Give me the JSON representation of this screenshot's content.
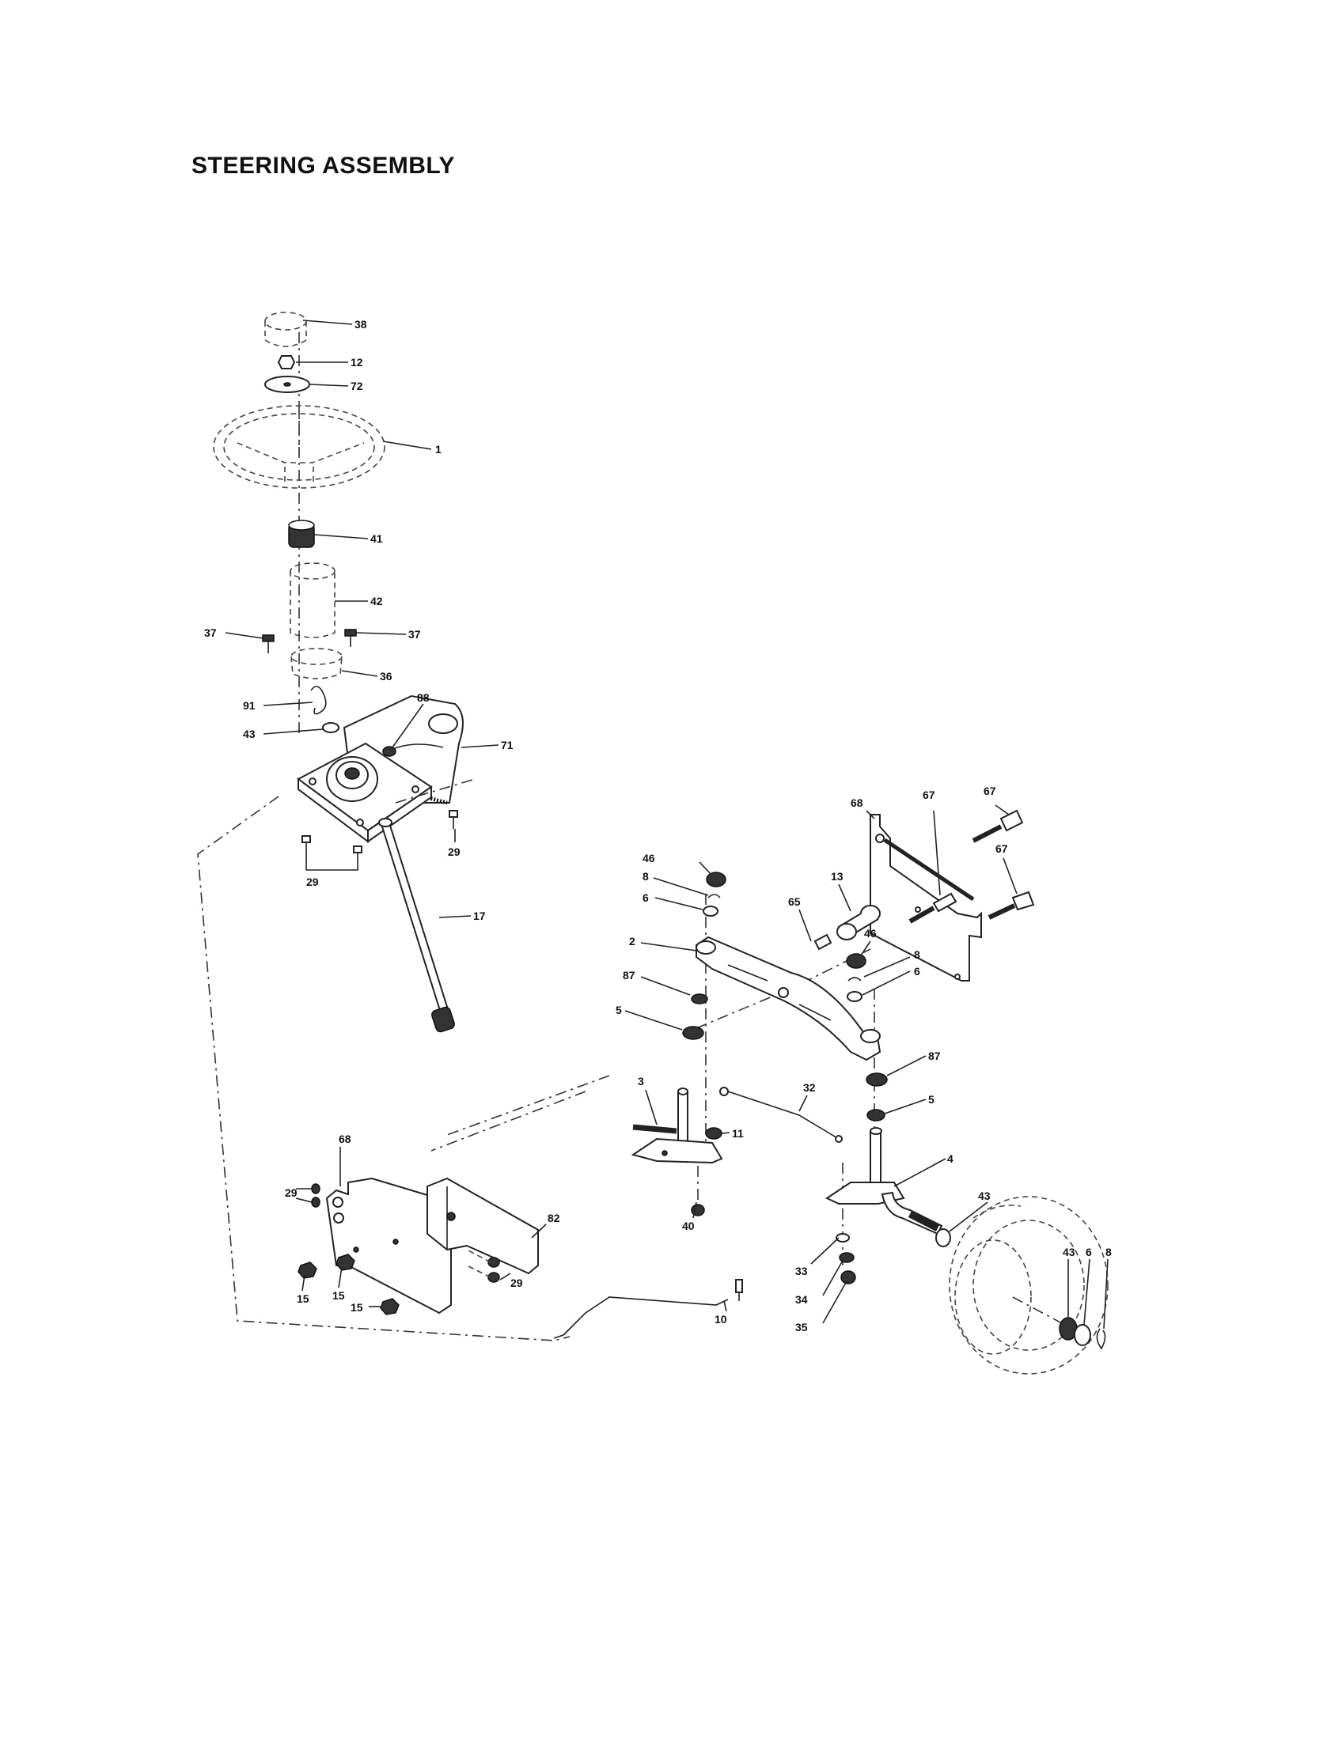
{
  "title": "STEERING ASSEMBLY",
  "callouts": [
    {
      "id": "c38",
      "label": "38"
    },
    {
      "id": "c12",
      "label": "12"
    },
    {
      "id": "c72",
      "label": "72"
    },
    {
      "id": "c1",
      "label": "1"
    },
    {
      "id": "c41",
      "label": "41"
    },
    {
      "id": "c42",
      "label": "42"
    },
    {
      "id": "c37a",
      "label": "37"
    },
    {
      "id": "c37b",
      "label": "37"
    },
    {
      "id": "c36",
      "label": "36"
    },
    {
      "id": "c91",
      "label": "91"
    },
    {
      "id": "c88",
      "label": "88"
    },
    {
      "id": "c43a",
      "label": "43"
    },
    {
      "id": "c71",
      "label": "71"
    },
    {
      "id": "c29a",
      "label": "29"
    },
    {
      "id": "c29b",
      "label": "29"
    },
    {
      "id": "c17",
      "label": "17"
    },
    {
      "id": "c68a",
      "label": "68"
    },
    {
      "id": "c67a",
      "label": "67"
    },
    {
      "id": "c67b",
      "label": "67"
    },
    {
      "id": "c67c",
      "label": "67"
    },
    {
      "id": "c46a",
      "label": "46"
    },
    {
      "id": "c8a",
      "label": "8"
    },
    {
      "id": "c6a",
      "label": "6"
    },
    {
      "id": "c13",
      "label": "13"
    },
    {
      "id": "c65",
      "label": "65"
    },
    {
      "id": "c2",
      "label": "2"
    },
    {
      "id": "c46b",
      "label": "46"
    },
    {
      "id": "c8b",
      "label": "8"
    },
    {
      "id": "c6b",
      "label": "6"
    },
    {
      "id": "c87a",
      "label": "87"
    },
    {
      "id": "c5a",
      "label": "5"
    },
    {
      "id": "c87b",
      "label": "87"
    },
    {
      "id": "c3",
      "label": "3"
    },
    {
      "id": "c32",
      "label": "32"
    },
    {
      "id": "c5b",
      "label": "5"
    },
    {
      "id": "c11",
      "label": "11"
    },
    {
      "id": "c68b",
      "label": "68"
    },
    {
      "id": "c4",
      "label": "4"
    },
    {
      "id": "c29c",
      "label": "29"
    },
    {
      "id": "c82",
      "label": "82"
    },
    {
      "id": "c43b",
      "label": "43"
    },
    {
      "id": "c40",
      "label": "40"
    },
    {
      "id": "c43c",
      "label": "43"
    },
    {
      "id": "c6c",
      "label": "6"
    },
    {
      "id": "c8c",
      "label": "8"
    },
    {
      "id": "c33",
      "label": "33"
    },
    {
      "id": "c15a",
      "label": "15"
    },
    {
      "id": "c15b",
      "label": "15"
    },
    {
      "id": "c29d",
      "label": "29"
    },
    {
      "id": "c34",
      "label": "34"
    },
    {
      "id": "c35",
      "label": "35"
    },
    {
      "id": "c15c",
      "label": "15"
    },
    {
      "id": "c10",
      "label": "10"
    }
  ]
}
